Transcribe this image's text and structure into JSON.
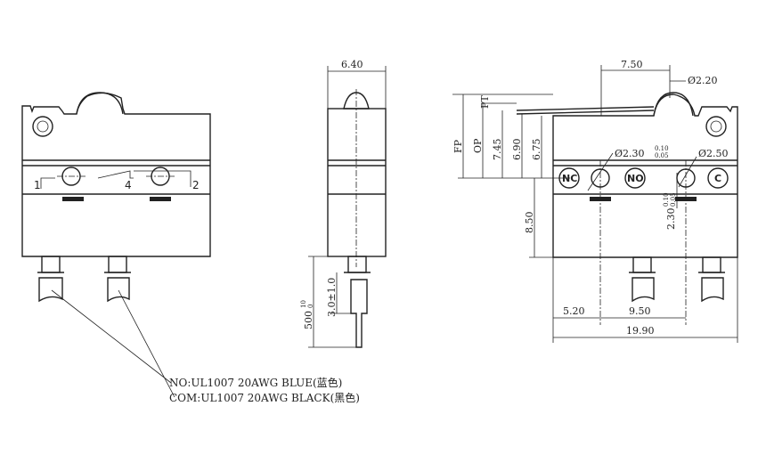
{
  "front_view": {
    "terminal_labels": {
      "t1": "1",
      "t4": "4",
      "t2": "2"
    }
  },
  "side_view": {
    "dim_width": "6.40",
    "dim_wire_len": "500",
    "dim_wire_tol_up": "10",
    "dim_wire_tol_low": "0",
    "dim_strip": "3.0±1.0"
  },
  "right_view": {
    "dim_pitch": "7.50",
    "dim_plunger_dia": "Ø2.20",
    "dim_hole_left": "Ø2.30",
    "dim_hole_left_tol_up": "0.10",
    "dim_hole_left_tol_low": "0.05",
    "dim_hole_right": "Ø2.50",
    "dim_hole_pos": "2.30",
    "dim_hole_pos_tol_up": "0.10",
    "dim_hole_pos_tol_low": "0.05",
    "dim_pt": "PT",
    "dim_op": "OP",
    "dim_fp": "FP",
    "dim_745": "7.45",
    "dim_690": "6.90",
    "dim_675": "6.75",
    "dim_850": "8.50",
    "dim_520": "5.20",
    "dim_950": "9.50",
    "dim_1990": "19.90",
    "badge_nc": "NC",
    "badge_no": "NO",
    "badge_c": "C"
  },
  "wire_notes": {
    "no_line": "NO:UL1007 20AWG BLUE(蓝色)",
    "com_line": "COM:UL1007 20AWG BLACK(黑色)"
  }
}
